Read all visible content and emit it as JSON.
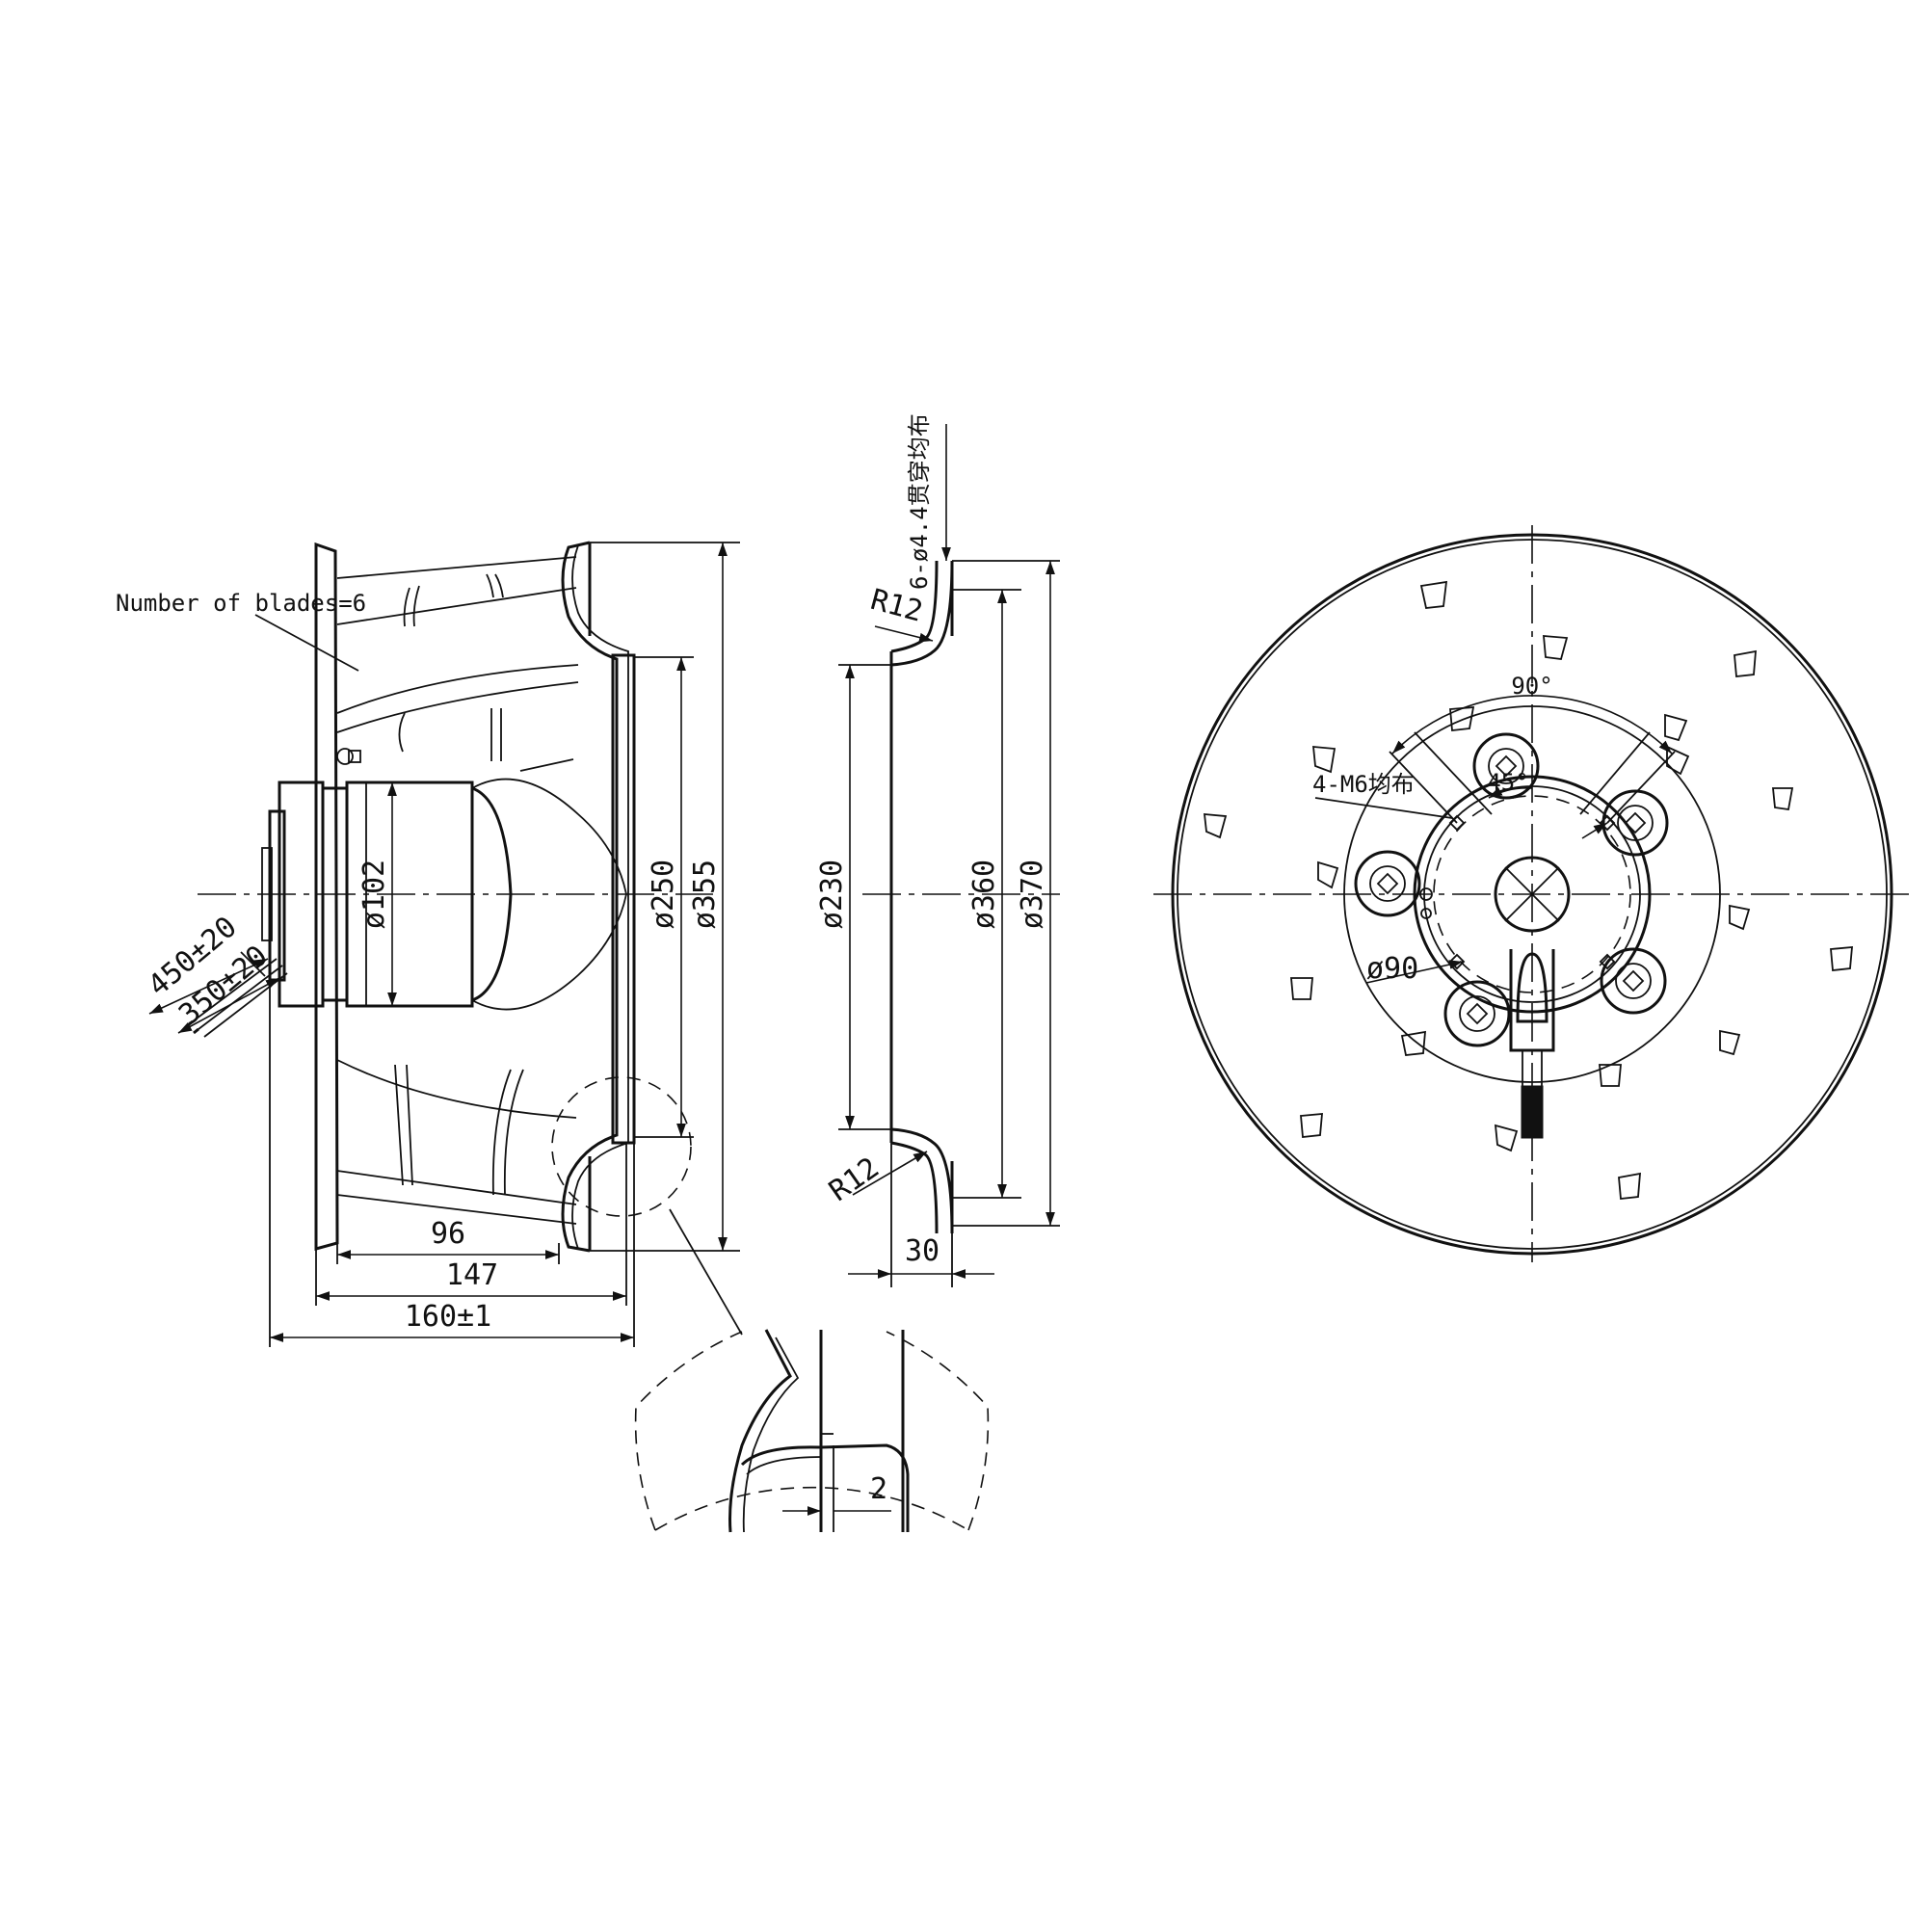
{
  "labels": {
    "blades": "Number of blades=6",
    "cable_450": "450±20",
    "cable_350": "350±20",
    "d102": "ø102",
    "d250": "ø250",
    "d355": "ø355",
    "len96": "96",
    "len147": "147",
    "len160": "160±1",
    "holes_6": "6-ø4.4贯穿均布",
    "r12_top": "R12",
    "r12_bottom": "R12",
    "d230": "ø230",
    "d360": "ø360",
    "d370": "ø370",
    "len30": "30",
    "len2": "2",
    "angle90": "90°",
    "angle45": "45°",
    "m6": "4-M6均布",
    "d90": "ø90"
  }
}
